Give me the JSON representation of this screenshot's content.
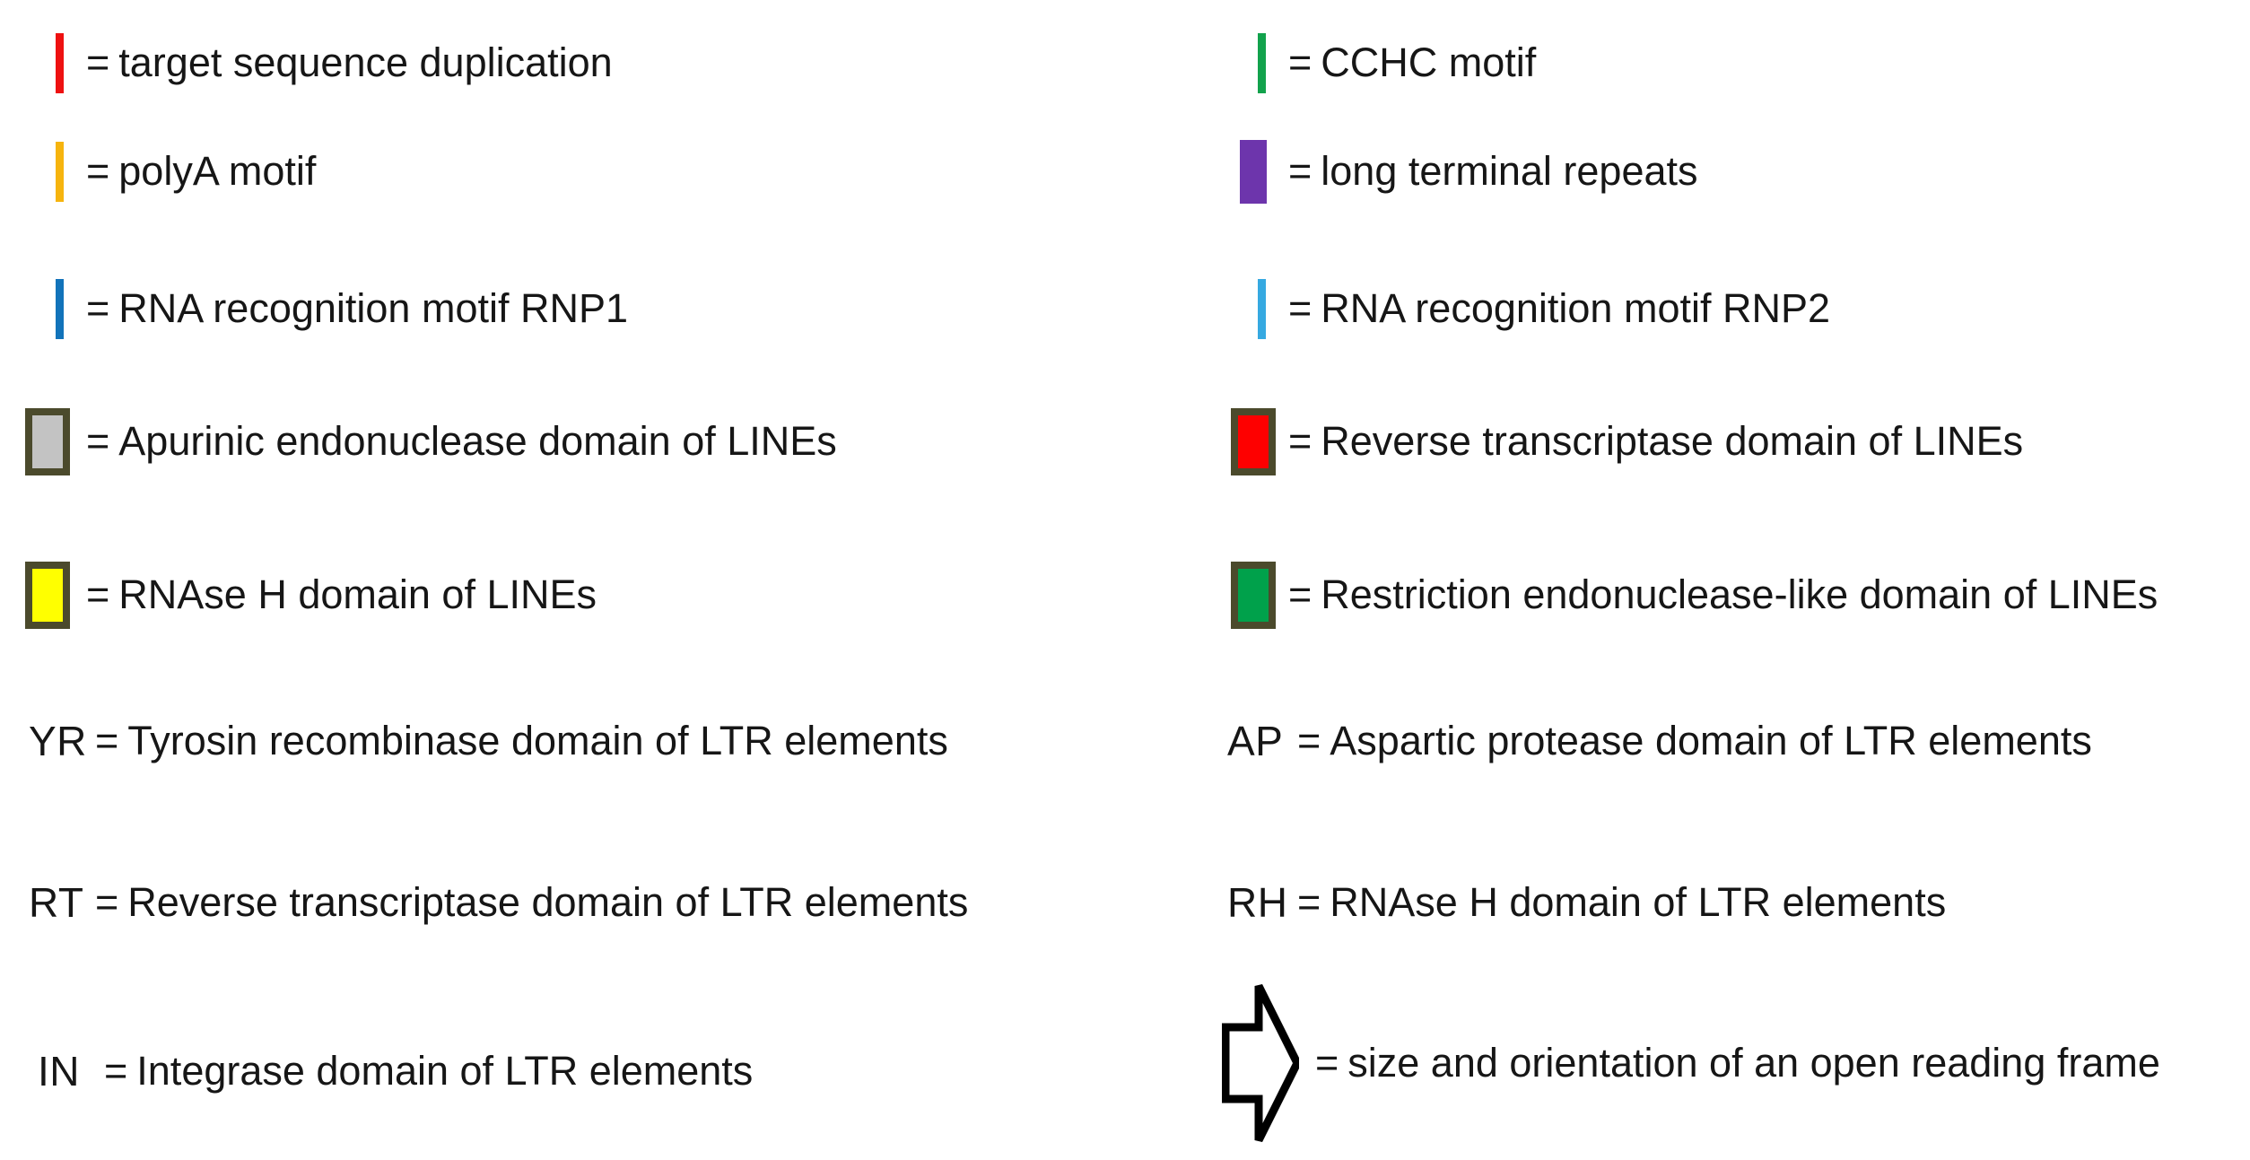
{
  "figure": {
    "kind": "legend-key",
    "background": "#ffffff",
    "text_color": "#161616",
    "box_border_color": "#4b4a2c"
  },
  "legend": {
    "left_column": [
      {
        "marker_type": "bar",
        "marker_name": "red-bar",
        "color": "#ee1111",
        "equals": "=",
        "label": "target sequence duplication"
      },
      {
        "marker_type": "bar",
        "marker_name": "orange-bar",
        "color": "#f6b40e",
        "equals": "=",
        "label": "polyA motif"
      },
      {
        "marker_type": "bar",
        "marker_name": "blue-bar",
        "color": "#1273ba",
        "equals": "=",
        "label": "RNA recognition motif RNP1"
      },
      {
        "marker_type": "box",
        "marker_name": "grey-box",
        "color": "#c3c3c3",
        "equals": "=",
        "label": "Apurinic endonuclease domain of LINEs"
      },
      {
        "marker_type": "box",
        "marker_name": "yellow-box",
        "color": "#ffff00",
        "equals": "=",
        "label": "RNAse H domain of LINEs"
      },
      {
        "marker_type": "abbr",
        "marker_name": "abbr-yr",
        "abbr": "YR",
        "equals": "=",
        "label": "Tyrosin recombinase domain of LTR elements"
      },
      {
        "marker_type": "abbr",
        "marker_name": "abbr-rt",
        "abbr": "RT",
        "equals": "=",
        "label": "Reverse transcriptase domain of LTR elements"
      },
      {
        "marker_type": "abbr",
        "marker_name": "abbr-in",
        "abbr": "IN",
        "equals": "=",
        "label": "Integrase domain of LTR elements"
      }
    ],
    "right_column": [
      {
        "marker_type": "bar",
        "marker_name": "green-bar",
        "color": "#12a24c",
        "equals": "=",
        "label": "CCHC motif"
      },
      {
        "marker_type": "bar-wide",
        "marker_name": "purple-bar",
        "color": "#6d35ac",
        "equals": "=",
        "label": "long terminal repeats"
      },
      {
        "marker_type": "bar",
        "marker_name": "light-blue-bar",
        "color": "#36a9e1",
        "equals": "=",
        "label": "RNA recognition motif RNP2"
      },
      {
        "marker_type": "box",
        "marker_name": "red-box",
        "color": "#fe0000",
        "equals": "=",
        "label": "Reverse transcriptase domain of LINEs"
      },
      {
        "marker_type": "box",
        "marker_name": "green-box",
        "color": "#00a14b",
        "equals": "=",
        "label": "Restriction endonuclease-like domain of LINEs"
      },
      {
        "marker_type": "abbr",
        "marker_name": "abbr-ap",
        "abbr": "AP",
        "equals": "=",
        "label": "Aspartic protease domain of LTR elements"
      },
      {
        "marker_type": "abbr",
        "marker_name": "abbr-rh",
        "abbr": "RH",
        "equals": "=",
        "label": "RNAse H domain of LTR elements"
      },
      {
        "marker_type": "arrow",
        "marker_name": "orf-arrow",
        "color": "#000000",
        "equals": "=",
        "label": "size and orientation of an open reading frame"
      }
    ]
  }
}
